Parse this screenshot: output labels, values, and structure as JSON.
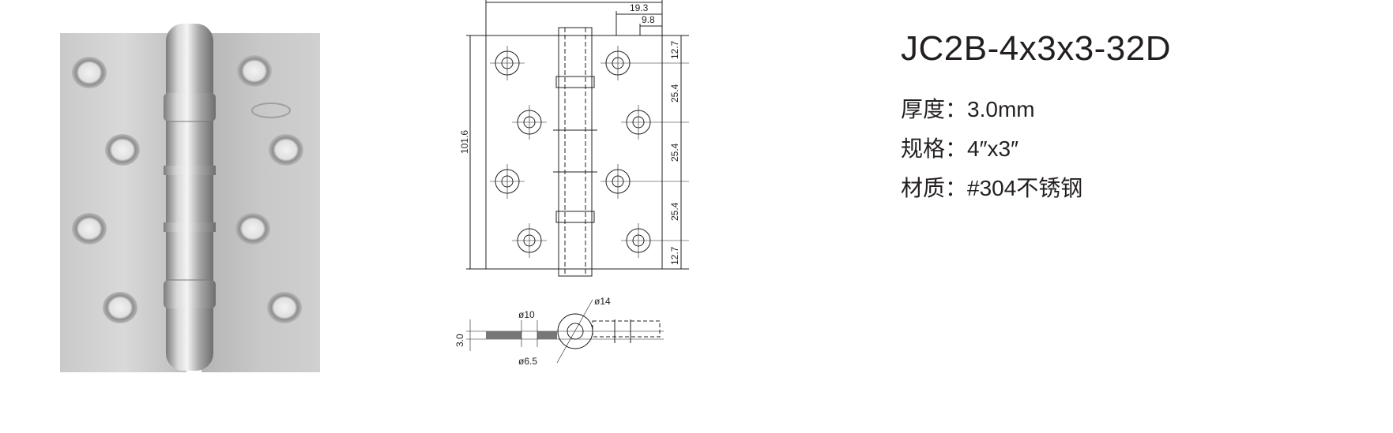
{
  "product": {
    "model": "JC2B-4x3x3-32D",
    "specs": [
      {
        "label": "厚度：",
        "value": "3.0mm"
      },
      {
        "label": "规格：",
        "value": "4″x3″"
      },
      {
        "label": "材质：",
        "value": "#304不锈钢"
      }
    ]
  },
  "drawing": {
    "dim_width_19_3": "19.3",
    "dim_9_8": "9.8",
    "dim_height": "101.6",
    "dim_top_12_7": "12.7",
    "dim_25_4_a": "25.4",
    "dim_25_4_b": "25.4",
    "dim_25_4_c": "25.4",
    "dim_bottom_12_7": "12.7",
    "dim_thickness": "3.0",
    "dim_phi10": "ø10",
    "dim_phi6_5": "ø6.5",
    "dim_phi14": "ø14"
  }
}
